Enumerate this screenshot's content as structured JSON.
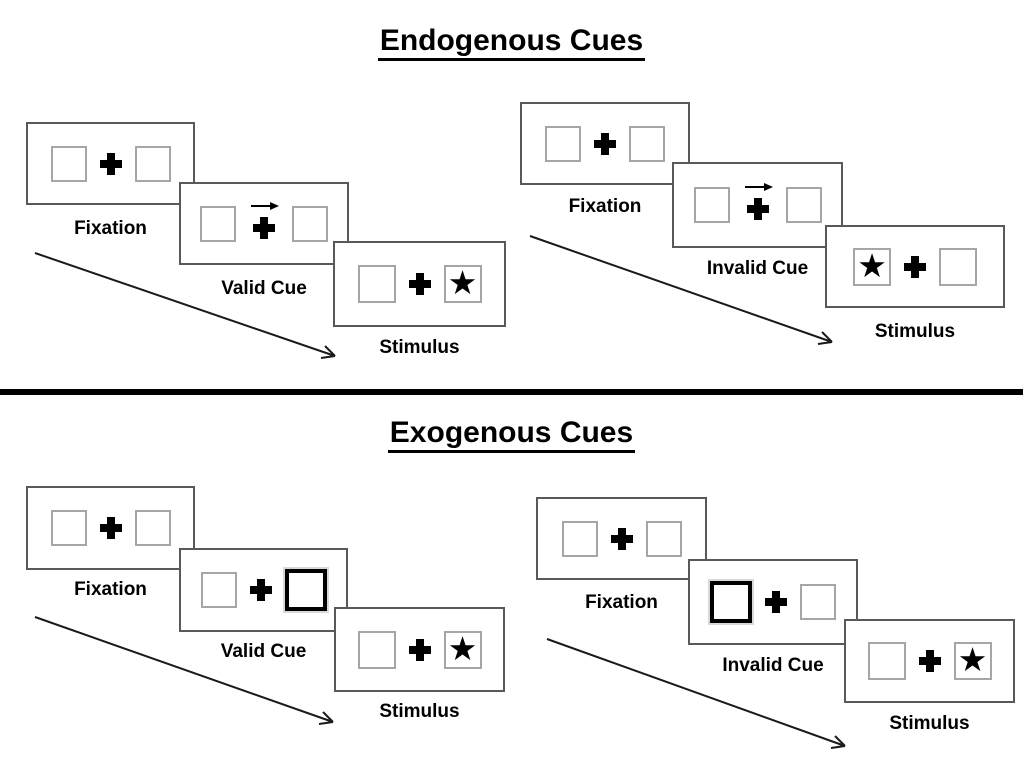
{
  "diagram": {
    "kind": "posner-cueing-task",
    "sections": {
      "endogenous": {
        "title": "Endogenous Cues",
        "valid": {
          "fixation_label": "Fixation",
          "cue_label": "Valid Cue",
          "stimulus_label": "Stimulus",
          "cue_type": "central-arrow-pointing-right",
          "stimulus_side": "right"
        },
        "invalid": {
          "fixation_label": "Fixation",
          "cue_label": "Invalid Cue",
          "stimulus_label": "Stimulus",
          "cue_type": "central-arrow-pointing-right",
          "stimulus_side": "left"
        }
      },
      "exogenous": {
        "title": "Exogenous Cues",
        "valid": {
          "fixation_label": "Fixation",
          "cue_label": "Valid Cue",
          "stimulus_label": "Stimulus",
          "cue_type": "peripheral-box-highlight-right",
          "stimulus_side": "right"
        },
        "invalid": {
          "fixation_label": "Fixation",
          "cue_label": "Invalid Cue",
          "stimulus_label": "Stimulus",
          "cue_type": "peripheral-box-highlight-left",
          "stimulus_side": "right"
        }
      }
    },
    "icons": {
      "star_glyph": "★",
      "fixation_cross": "plus-icon",
      "cue_arrow": "arrow-right-icon",
      "sequence_arrow": "diagonal-arrow-down-right-icon"
    },
    "colors": {
      "background": "#ffffff",
      "panel_border": "#595959",
      "box_border": "#a6a6a6",
      "highlight_border": "#000000",
      "ink": "#000000"
    }
  }
}
